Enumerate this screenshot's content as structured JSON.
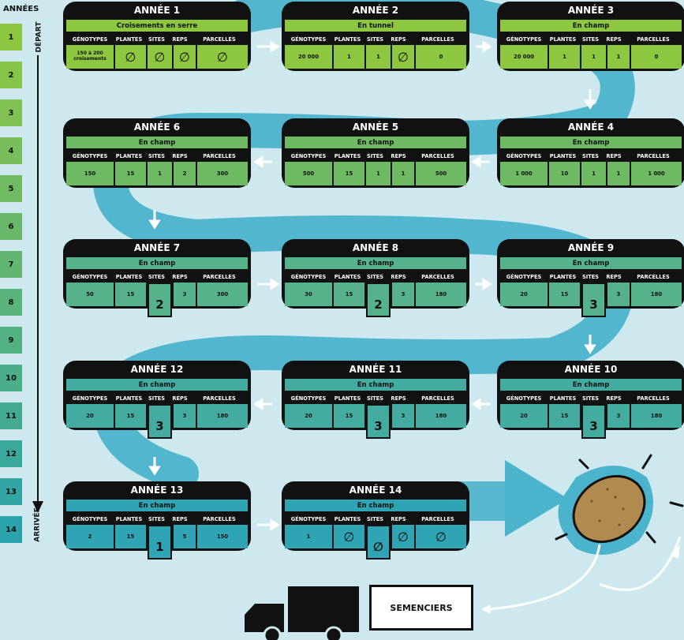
{
  "years_title": "ANNÉES",
  "depart_label": "DÉPART",
  "arrivee_label": "ARRIVÉE",
  "year_numbers": [
    "1",
    "2",
    "3",
    "4",
    "5",
    "6",
    "7",
    "8",
    "9",
    "10",
    "11",
    "12",
    "13",
    "14"
  ],
  "year_colors": [
    "#8dc63f",
    "#86c449",
    "#7fc152",
    "#78be5a",
    "#70bb62",
    "#69b86a",
    "#62b672",
    "#5ab37a",
    "#52b182",
    "#4aae8a",
    "#42ab92",
    "#3aa89b",
    "#33a6a4",
    "#2ba3ad"
  ],
  "columns": [
    "GÉNOTYPES",
    "PLANTES",
    "SITES",
    "REPS",
    "PARCELLES"
  ],
  "cards": [
    {
      "title": "ANNÉE 1",
      "subtitle": "Croisements en serre",
      "values": [
        "150 à 200 croisements",
        "∅",
        "∅",
        "∅",
        "∅"
      ],
      "color": "#8dc63f"
    },
    {
      "title": "ANNÉE 2",
      "subtitle": "En tunnel",
      "values": [
        "20 000",
        "1",
        "1",
        "∅",
        "0"
      ],
      "color": "#8dc63f"
    },
    {
      "title": "ANNÉE 3",
      "subtitle": "En champ",
      "values": [
        "20 000",
        "1",
        "1",
        "1",
        "0"
      ],
      "color": "#8dc63f"
    },
    {
      "title": "ANNÉE 4",
      "subtitle": "En champ",
      "values": [
        "1 000",
        "10",
        "1",
        "1",
        "1 000"
      ],
      "color": "#6dba63"
    },
    {
      "title": "ANNÉE 5",
      "subtitle": "En champ",
      "values": [
        "500",
        "15",
        "1",
        "1",
        "500"
      ],
      "color": "#6dba63"
    },
    {
      "title": "ANNÉE 6",
      "subtitle": "En champ",
      "values": [
        "150",
        "15",
        "1",
        "2",
        "300"
      ],
      "color": "#6dba63"
    },
    {
      "title": "ANNÉE 7",
      "subtitle": "En champ",
      "values": [
        "50",
        "15",
        "2",
        "3",
        "300"
      ],
      "color": "#55b28b"
    },
    {
      "title": "ANNÉE 8",
      "subtitle": "En champ",
      "values": [
        "30",
        "15",
        "2",
        "3",
        "180"
      ],
      "color": "#55b28b"
    },
    {
      "title": "ANNÉE 9",
      "subtitle": "En champ",
      "values": [
        "20",
        "15",
        "3",
        "3",
        "180"
      ],
      "color": "#55b28b"
    },
    {
      "title": "ANNÉE 10",
      "subtitle": "En champ",
      "values": [
        "20",
        "15",
        "3",
        "3",
        "180"
      ],
      "color": "#43aba0"
    },
    {
      "title": "ANNÉE 11",
      "subtitle": "En champ",
      "values": [
        "20",
        "15",
        "3",
        "3",
        "180"
      ],
      "color": "#43aba0"
    },
    {
      "title": "ANNÉE 12",
      "subtitle": "En champ",
      "values": [
        "20",
        "15",
        "3",
        "3",
        "180"
      ],
      "color": "#43aba0"
    },
    {
      "title": "ANNÉE 13",
      "subtitle": "En champ",
      "values": [
        "2",
        "15",
        "1",
        "5",
        "150"
      ],
      "color": "#2fa4b5"
    },
    {
      "title": "ANNÉE 14",
      "subtitle": "En champ",
      "values": [
        "1",
        "∅",
        "∅",
        "∅",
        "∅"
      ],
      "color": "#2fa4b5"
    }
  ],
  "semenciers_label": "SEMENCIERS",
  "colors": {
    "path": "#4bb3cc",
    "dark": "#111111",
    "background": "#cde8ee",
    "potato": "#b08a4e"
  }
}
